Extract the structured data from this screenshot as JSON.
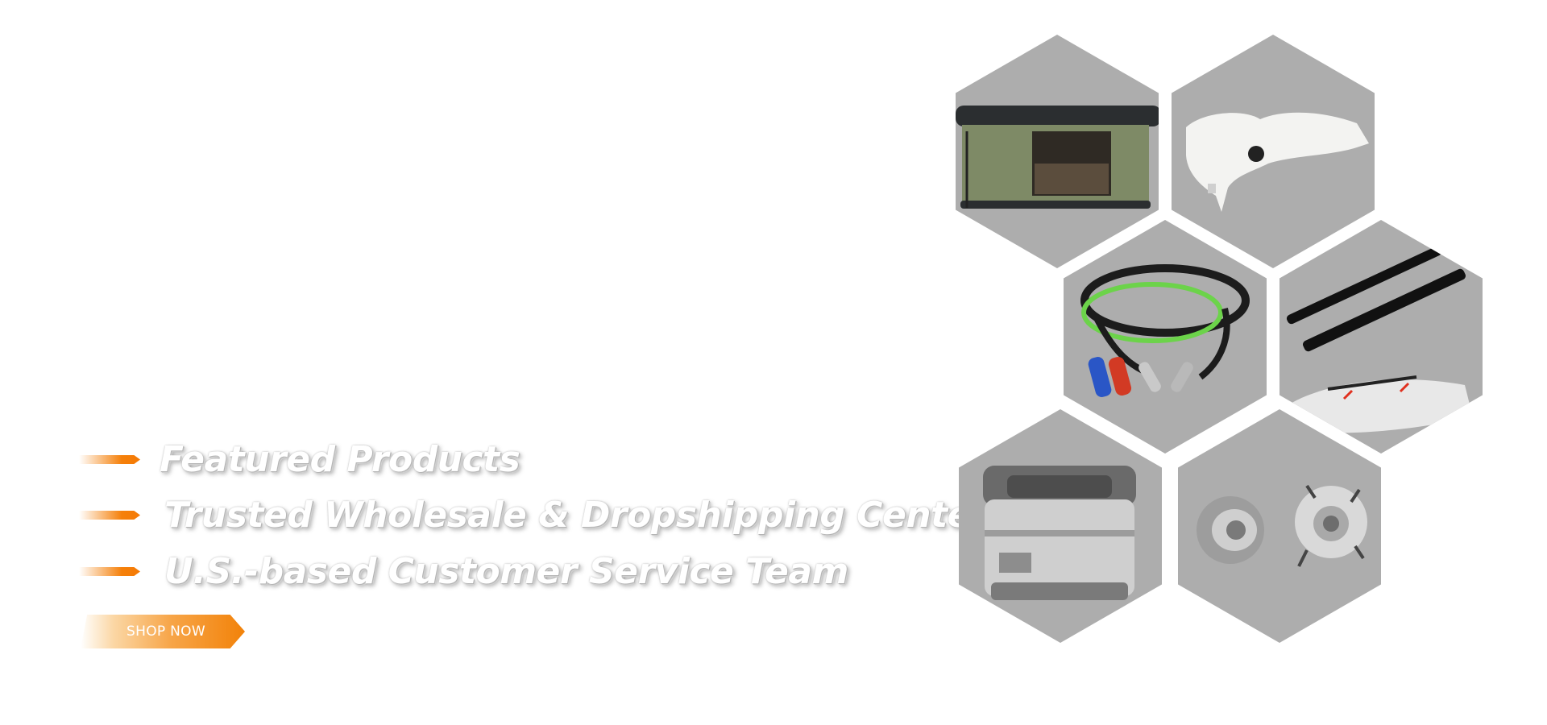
{
  "features": [
    {
      "label": "Featured Products"
    },
    {
      "label": "Trusted Wholesale & Dropshipping Center"
    },
    {
      "label": "U.S.-based Customer Service Team"
    }
  ],
  "cta": {
    "label": "SHOP NOW"
  },
  "colors": {
    "accent": "#f5800a",
    "hexagon": "#adadad"
  },
  "product_tiles": [
    {
      "icon": "rooftop-tent-icon"
    },
    {
      "icon": "coolant-reservoir-icon"
    },
    {
      "icon": "air-brake-hose-icon"
    },
    {
      "icon": "roof-rack-crossbars-icon"
    },
    {
      "icon": "portable-fridge-icon"
    },
    {
      "icon": "wheel-hub-bearing-icon"
    }
  ]
}
